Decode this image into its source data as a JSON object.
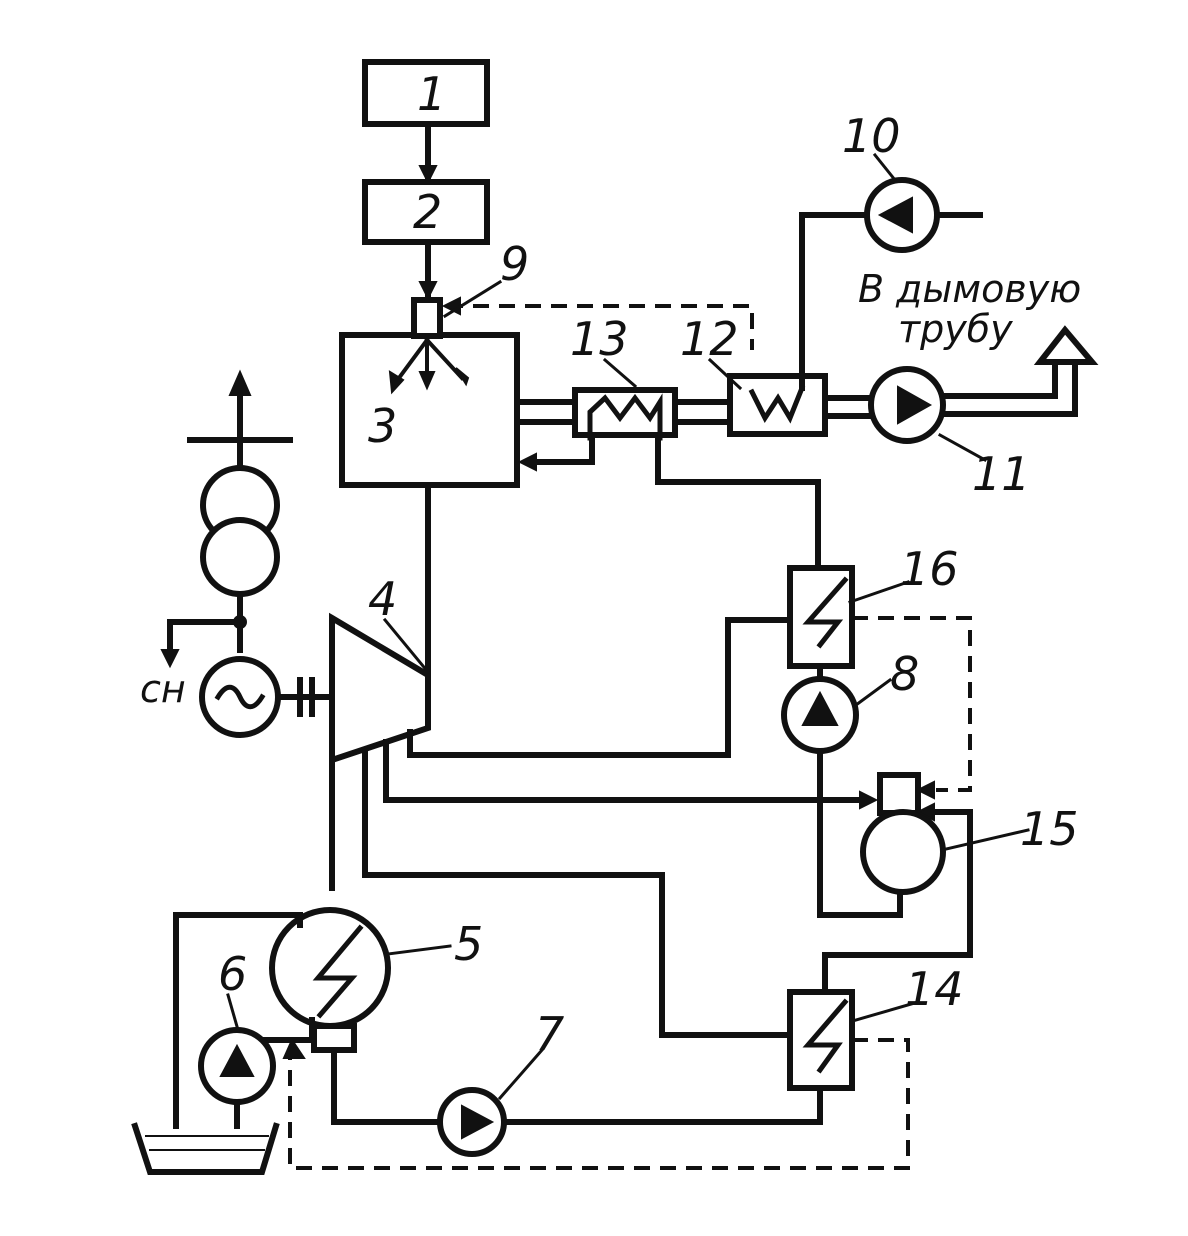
{
  "diagram": {
    "labels": {
      "n1": "1",
      "n2": "2",
      "n3": "3",
      "n4": "4",
      "n5": "5",
      "n6": "6",
      "n7": "7",
      "n8": "8",
      "n9": "9",
      "n10": "10",
      "n11": "11",
      "n12": "12",
      "n13": "13",
      "n14": "14",
      "n15": "15",
      "n16": "16"
    },
    "chimney_note_line1": "В дымовую",
    "chimney_note_line2": "трубу",
    "aux_label": "сн"
  }
}
